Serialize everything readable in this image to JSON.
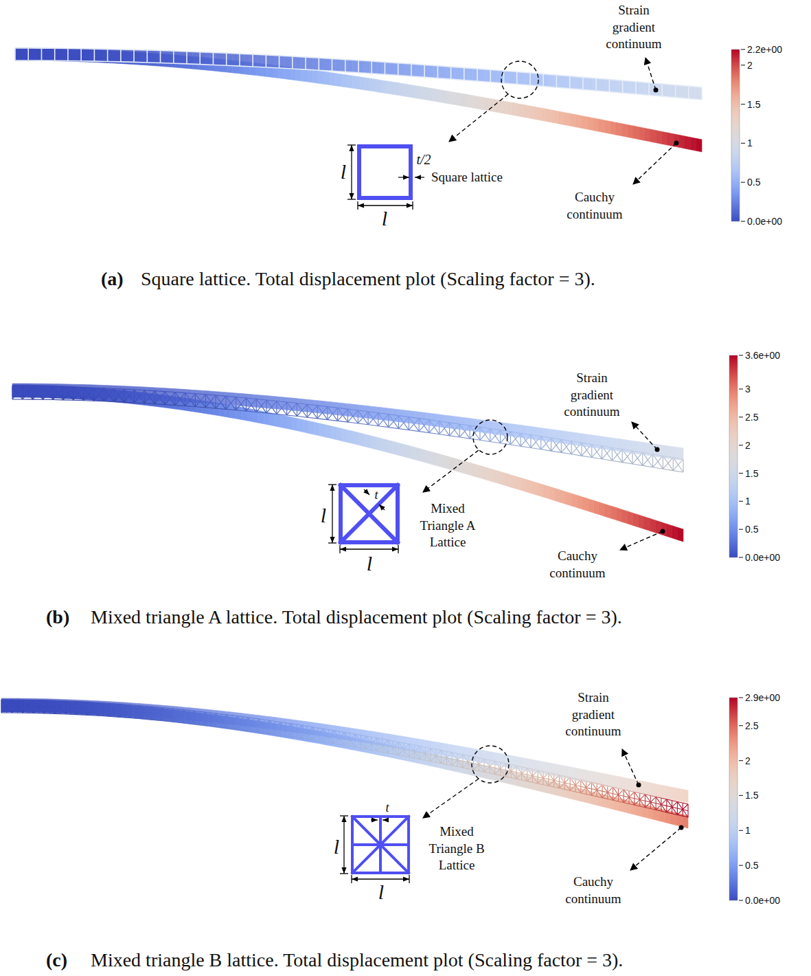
{
  "diagram": {
    "labels": [
      "Strain gradient continuum",
      "l",
      "t/2",
      "Square lattice",
      "l",
      "Cauchy continuum",
      "2.2e+00",
      "2",
      "1.5",
      "1",
      "0.5",
      "0.0e+00",
      "(a)",
      "Square lattice. Total displacement plot (Scaling factor = 3).",
      "Strain gradient continuum",
      "l",
      "t",
      "Mixed Triangle A Lattice",
      "l",
      "Cauchy continuum",
      "3.6e+00",
      "3",
      "2.5",
      "2",
      "1.5",
      "1",
      "0.5",
      "0.0e+00",
      "(b)",
      "Mixed triangle A lattice. Total displacement plot (Scaling factor = 3).",
      "Strain gradient continuum",
      "t",
      "l",
      "Mixed Triangle B Lattice",
      "l",
      "Cauchy continuum",
      "2.9e+00",
      "2.5",
      "2",
      "1.5",
      "1",
      "0.5",
      "0.0e+00",
      "(c)",
      "Mixed triangle B lattice. Total displacement plot (Scaling factor = 3)."
    ]
  }
}
